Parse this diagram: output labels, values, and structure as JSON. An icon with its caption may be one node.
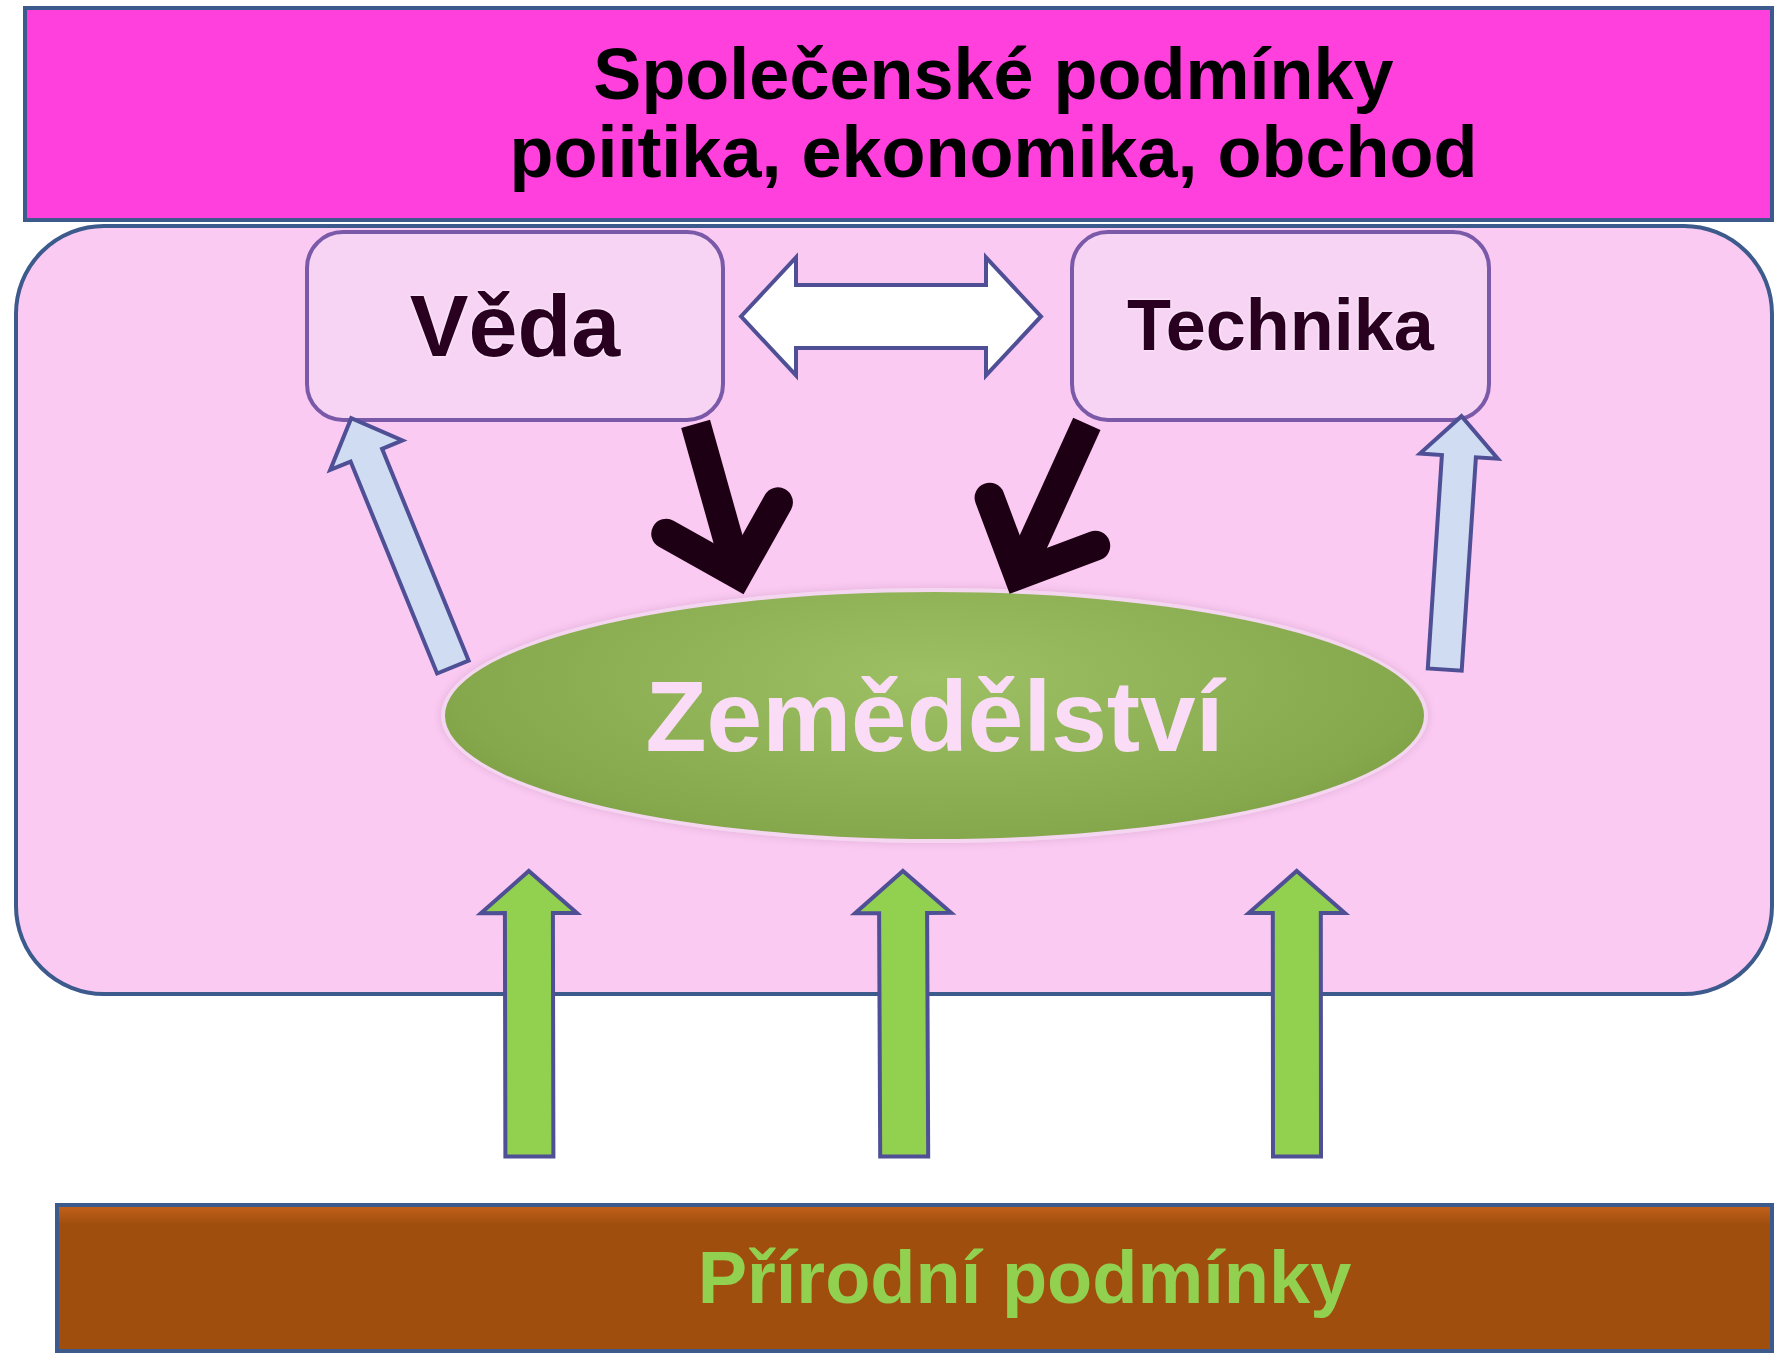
{
  "diagram": {
    "nodes": [
      {
        "text": [
          "Společenské podmínky",
          "poiitika, ekonomika, obchod"
        ]
      },
      {
        "text": [],
        "shape": "box"
      },
      {
        "text": [
          "Věda"
        ],
        "in": 1
      },
      {
        "text": [
          "Technika"
        ],
        "in": 1
      },
      {
        "text": [
          "Zemědělství"
        ],
        "in": 1
      },
      {
        "text": [
          "Přírodní podmínky"
        ]
      }
    ],
    "edges": [
      {
        "from": 2,
        "to": 3,
        "arrow": "both",
        "color": "#ffffff"
      },
      {
        "from": 2,
        "to": 4,
        "arrow": "to",
        "color": "#1e0014"
      },
      {
        "from": 3,
        "to": 4,
        "arrow": "to",
        "color": "#1e0014"
      },
      {
        "from": 4,
        "to": 2,
        "arrow": "to",
        "color": "#cfdcf2"
      },
      {
        "from": 4,
        "to": 3,
        "arrow": "to",
        "color": "#cfdcf2"
      },
      {
        "from": 5,
        "to": 4,
        "arrow": "to"
      },
      {
        "from": 5,
        "to": 4,
        "arrow": "to"
      },
      {
        "from": 5,
        "to": 4,
        "arrow": "to"
      }
    ]
  }
}
